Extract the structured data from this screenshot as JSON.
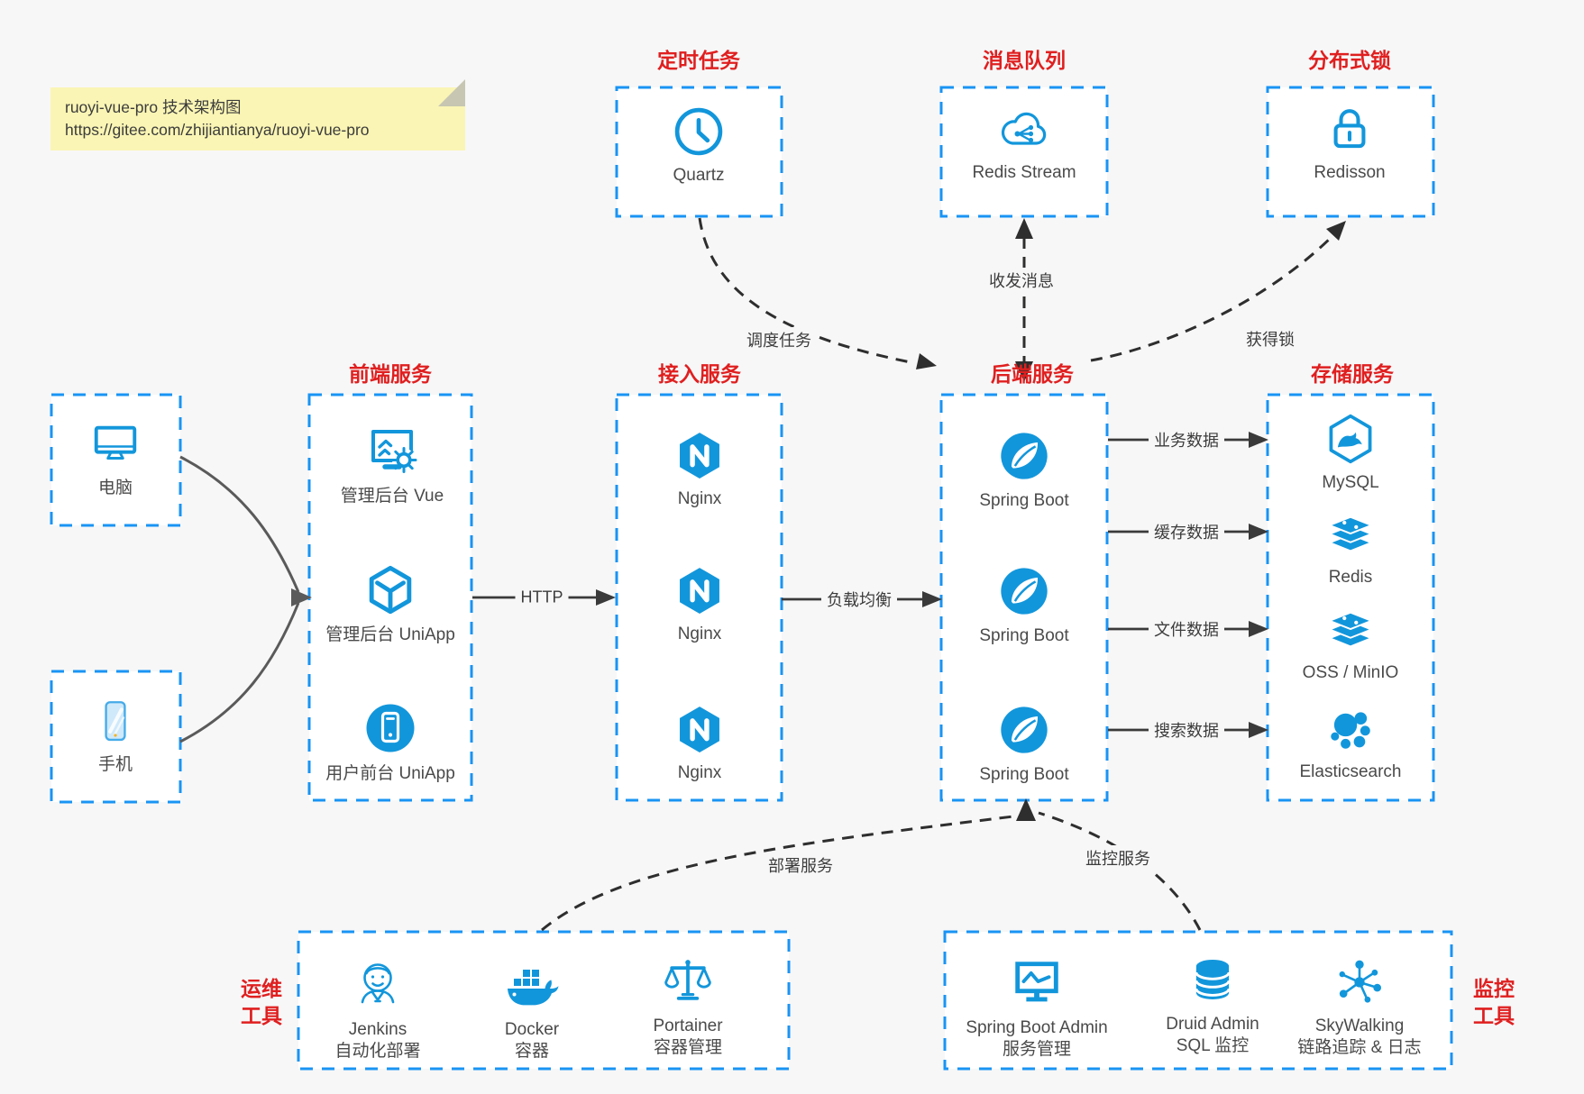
{
  "note": {
    "title": "ruoyi-vue-pro 技术架构图",
    "url": "https://gitee.com/zhijiantianya/ruoyi-vue-pro"
  },
  "groups": {
    "scheduler": {
      "title": "定时任务",
      "node": {
        "label": "Quartz"
      }
    },
    "mq": {
      "title": "消息队列",
      "node": {
        "label": "Redis Stream"
      }
    },
    "lock": {
      "title": "分布式锁",
      "node": {
        "label": "Redisson"
      }
    },
    "clients": {
      "computer": "电脑",
      "phone": "手机"
    },
    "frontend": {
      "title": "前端服务",
      "nodes": [
        {
          "label": "管理后台 Vue"
        },
        {
          "label": "管理后台 UniApp"
        },
        {
          "label": "用户前台 UniApp"
        }
      ]
    },
    "gateway": {
      "title": "接入服务",
      "nodes": [
        {
          "label": "Nginx"
        },
        {
          "label": "Nginx"
        },
        {
          "label": "Nginx"
        }
      ]
    },
    "backend": {
      "title": "后端服务",
      "nodes": [
        {
          "label": "Spring Boot"
        },
        {
          "label": "Spring Boot"
        },
        {
          "label": "Spring Boot"
        }
      ]
    },
    "storage": {
      "title": "存储服务",
      "nodes": [
        {
          "label": "MySQL"
        },
        {
          "label": "Redis"
        },
        {
          "label": "OSS / MinIO"
        },
        {
          "label": "Elasticsearch"
        }
      ]
    },
    "ops": {
      "title_line1": "运维",
      "title_line2": "工具",
      "nodes": [
        {
          "label": "Jenkins",
          "sub": "自动化部署"
        },
        {
          "label": "Docker",
          "sub": "容器"
        },
        {
          "label": "Portainer",
          "sub": "容器管理"
        }
      ]
    },
    "monitoring": {
      "title_line1": "监控",
      "title_line2": "工具",
      "nodes": [
        {
          "label": "Spring Boot Admin",
          "sub": "服务管理"
        },
        {
          "label": "Druid Admin",
          "sub": "SQL 监控"
        },
        {
          "label": "SkyWalking",
          "sub": "链路追踪 & 日志"
        }
      ]
    }
  },
  "edges": {
    "http": "HTTP",
    "load_balance": "负载均衡",
    "schedule": "调度任务",
    "message": "收发消息",
    "acquire_lock": "获得锁",
    "business_data": "业务数据",
    "cache_data": "缓存数据",
    "file_data": "文件数据",
    "search_data": "搜索数据",
    "deploy": "部署服务",
    "monitor": "监控服务"
  },
  "colors": {
    "icon_blue": "#1296db",
    "border_blue": "#1994f4",
    "title_red": "#e01f1f",
    "arrow_dark": "#3a3a3a",
    "dashed_arrow": "#2e2e2e",
    "client_arrow_gray": "#5a5a5a",
    "note_bg": "#faf5b4",
    "page_bg": "#f7f7f8"
  }
}
